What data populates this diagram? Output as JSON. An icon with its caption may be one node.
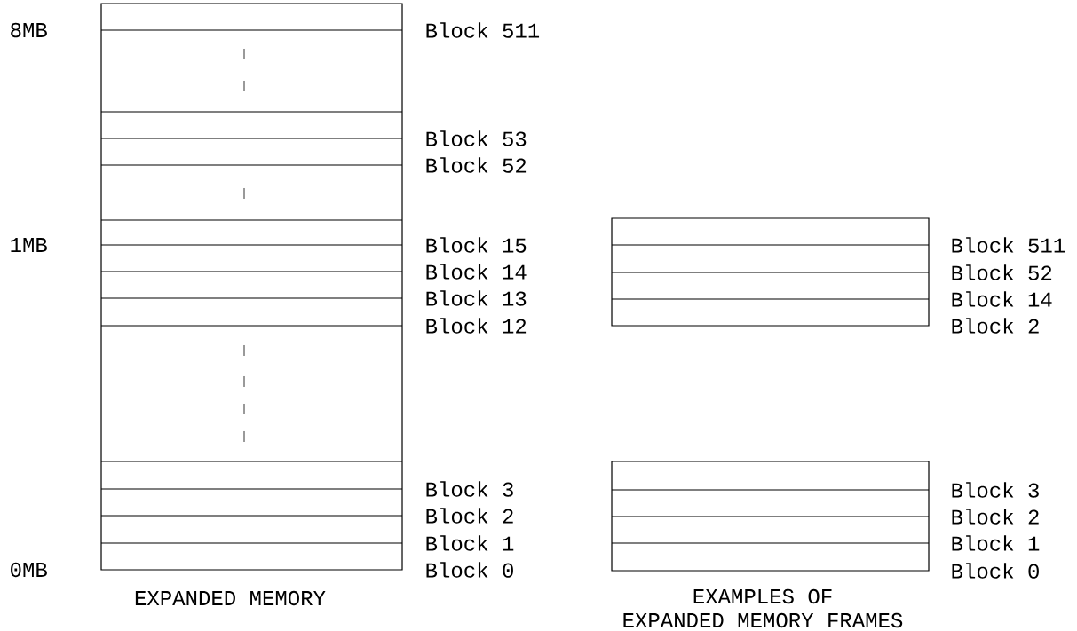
{
  "diagram": {
    "nodes": [
      {
        "text": [
          "EXPANDED MEMORY"
        ],
        "beside": [
          "Block 511",
          "Block 53",
          "Block 52",
          "Block 15",
          "Block 14",
          "Block 13",
          "Block 12",
          "Block 3",
          "Block 2",
          "Block 1",
          "Block 0"
        ]
      },
      {
        "text": [],
        "shape": "box",
        "beside": [
          "Block 511",
          "Block 52",
          "Block 14",
          "Block 2"
        ]
      },
      {
        "text": [],
        "shape": "box",
        "beside": [
          "Block 3",
          "Block 2",
          "Block 1",
          "Block 0"
        ]
      }
    ],
    "labels": [
      "8MB",
      "1MB",
      "0MB",
      "EXAMPLES OF",
      "EXPANDED MEMORY FRAMES"
    ]
  }
}
